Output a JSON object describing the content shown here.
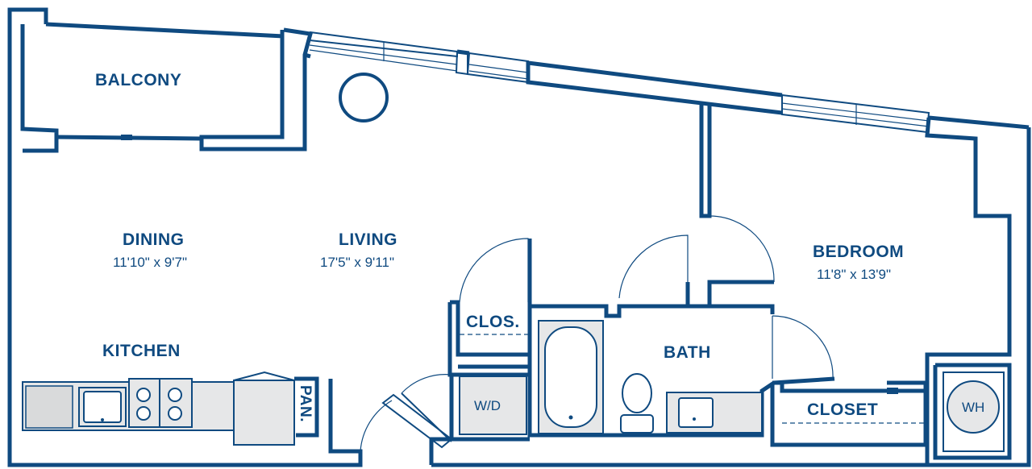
{
  "rooms": {
    "balcony": {
      "name": "BALCONY"
    },
    "dining": {
      "name": "DINING",
      "size": "11'10\" x 9'7\""
    },
    "living": {
      "name": "LIVING",
      "size": "17'5\" x 9'11\""
    },
    "bedroom": {
      "name": "BEDROOM",
      "size": "11'8\" x 13'9\""
    },
    "kitchen": {
      "name": "KITCHEN"
    },
    "bath": {
      "name": "BATH"
    },
    "clos": {
      "name": "CLOS."
    },
    "closet": {
      "name": "CLOSET"
    },
    "pan": {
      "name": "PAN."
    },
    "wd": {
      "name": "W/D"
    },
    "wh": {
      "name": "WH"
    }
  },
  "colors": {
    "wall": "#0f4a80",
    "fixture": "#e6e7e8",
    "background": "#ffffff"
  }
}
